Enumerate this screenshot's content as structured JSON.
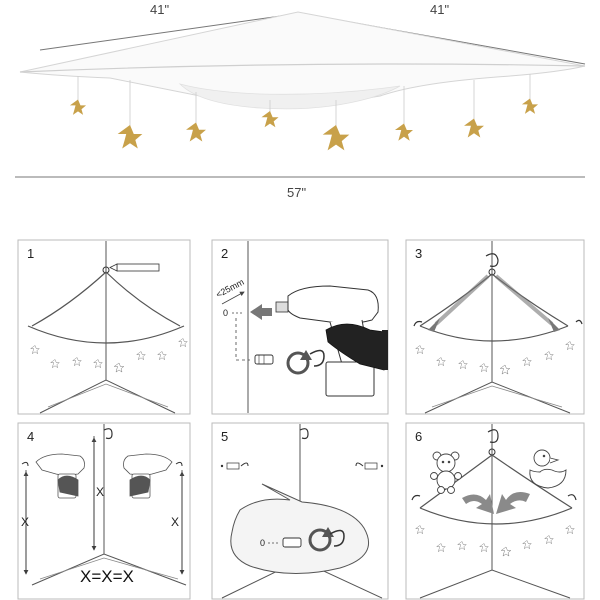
{
  "dimensions": {
    "left_top": "41\"",
    "right_top": "41\"",
    "bottom": "57\""
  },
  "steps": [
    {
      "number": "1"
    },
    {
      "number": "2",
      "depth_label": "<25mm",
      "zero_label": "0"
    },
    {
      "number": "3"
    },
    {
      "number": "4",
      "x_label": "X",
      "equation": "X=X=X"
    },
    {
      "number": "5",
      "zero_label": "0"
    },
    {
      "number": "6"
    }
  ],
  "colors": {
    "star_gold": "#c8a14a",
    "line": "#555555",
    "arrow_gray": "#8a8a8a",
    "panel_border": "#bbbbbb"
  },
  "icons": [
    "star-icon",
    "pencil-icon",
    "drill-icon",
    "hook-icon",
    "rotate-arrow-icon",
    "teddy-bear-icon",
    "duck-icon"
  ]
}
